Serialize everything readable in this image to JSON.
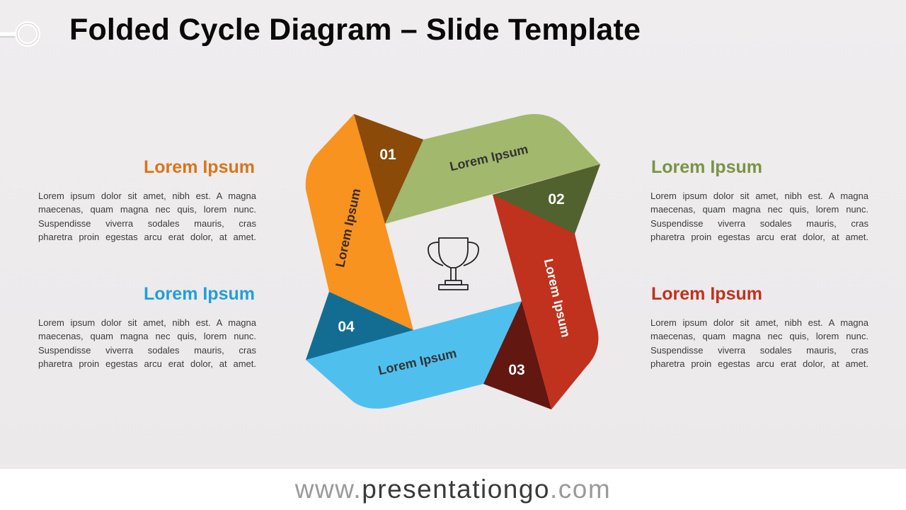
{
  "title": "Folded Cycle Diagram – Slide Template",
  "colors": {
    "orange": "#f7931e",
    "orange_dark": "#8b4a08",
    "green": "#a2b86c",
    "green_dark": "#52622e",
    "red": "#c0321d",
    "red_dark": "#621711",
    "blue": "#4fc0ee",
    "blue_dark": "#136d93",
    "heading_orange": "#d9751c",
    "heading_green": "#7a9445",
    "heading_blue": "#219fd8",
    "heading_red": "#c0321d"
  },
  "steps": [
    {
      "number": "01",
      "band_label": "Lorem Ipsum",
      "heading": "Lorem Ipsum",
      "lines": [
        "Lorem ipsum dolor sit amet, nibh est. A magna",
        "maecenas, quam magna nec quis, lorem nunc.",
        "Suspendisse viverra sodales mauris, cras",
        "pharetra proin egestas arcu erat dolor, at amet."
      ]
    },
    {
      "number": "02",
      "band_label": "Lorem Ipsum",
      "heading": "Lorem Ipsum",
      "lines": [
        "Lorem ipsum dolor sit amet, nibh est. A magna",
        "maecenas, quam magna nec quis, lorem nunc.",
        "Suspendisse viverra sodales mauris, cras",
        "pharetra proin egestas arcu erat dolor, at amet."
      ]
    },
    {
      "number": "03",
      "band_label": "Lorem Ipsum",
      "heading": "Lorem Ipsum",
      "lines": [
        "Lorem ipsum dolor sit amet, nibh est. A magna",
        "maecenas, quam magna nec quis, lorem nunc.",
        "Suspendisse viverra sodales mauris, cras",
        "pharetra proin egestas arcu erat dolor, at amet."
      ]
    },
    {
      "number": "04",
      "band_label": "Lorem Ipsum",
      "heading": "Lorem Ipsum",
      "lines": [
        "Lorem ipsum dolor sit amet, nibh est. A magna",
        "maecenas, quam magna nec quis, lorem nunc.",
        "Suspendisse viverra sodales mauris, cras",
        "pharetra proin egestas arcu erat dolor, at amet."
      ]
    }
  ],
  "center_icon": "trophy-icon",
  "footer": {
    "www": "www.",
    "domain": "presentationgo",
    "tld": ".com"
  }
}
